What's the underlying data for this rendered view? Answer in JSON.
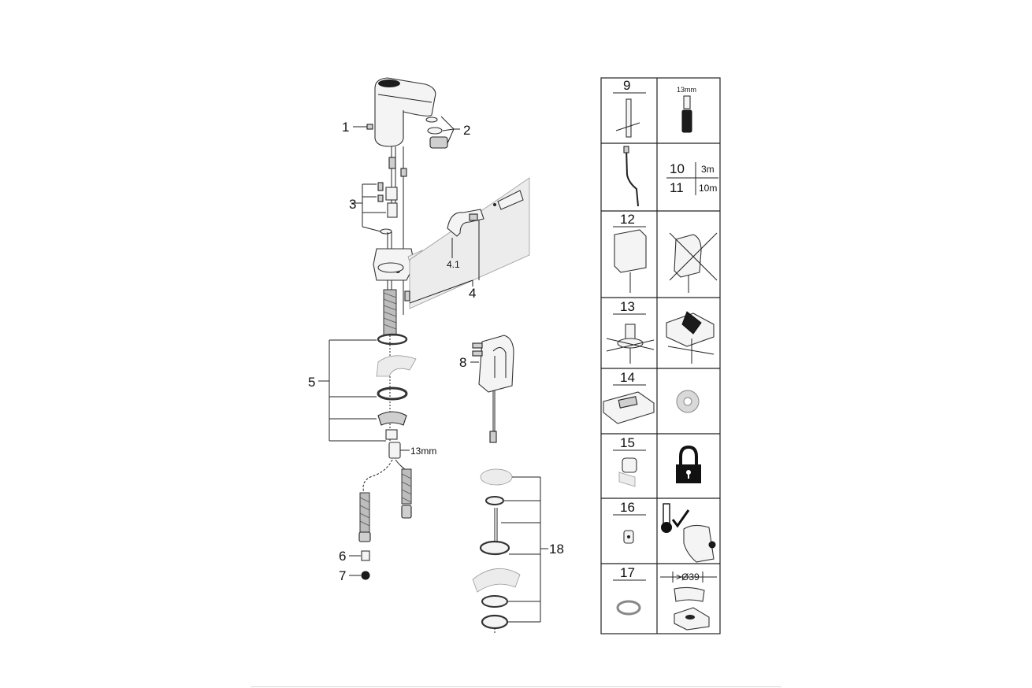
{
  "labels": {
    "p1": "1",
    "p2": "2",
    "p3": "3",
    "p4": "4",
    "p4_1": "4.1",
    "p5": "5",
    "p6": "6",
    "p7": "7",
    "p8": "8",
    "p18": "18",
    "wrench_13mm": "13mm"
  },
  "parts_table": {
    "rows": [
      {
        "left": "9",
        "right_text": "13mm",
        "icon_left": "key-tool-icon",
        "icon_right": "hex-socket-icon"
      },
      {
        "left": "",
        "right_a": "10",
        "right_a_len": "3m",
        "right_b": "11",
        "right_b_len": "10m",
        "icon_left": "extension-cable-icon"
      },
      {
        "left": "12",
        "icon_left": "battery-box-icon",
        "icon_right": "crossed-out-adapter-icon"
      },
      {
        "left": "13",
        "icon_left": "mounting-set-icon",
        "icon_right": "crossed-out-mounting-icon"
      },
      {
        "left": "14",
        "icon_left": "remote-control-icon",
        "icon_right": "gear-icon"
      },
      {
        "left": "15",
        "icon_left": "aerator-icon",
        "icon_right": "padlock-icon"
      },
      {
        "left": "16",
        "icon_left": "temperature-knob-icon",
        "icon_right": "thermometer-check-icon"
      },
      {
        "left": "17",
        "icon_left": "ring-seal-icon",
        "right_text": ">Ø39",
        "icon_right": "basin-hole-icon"
      }
    ]
  }
}
